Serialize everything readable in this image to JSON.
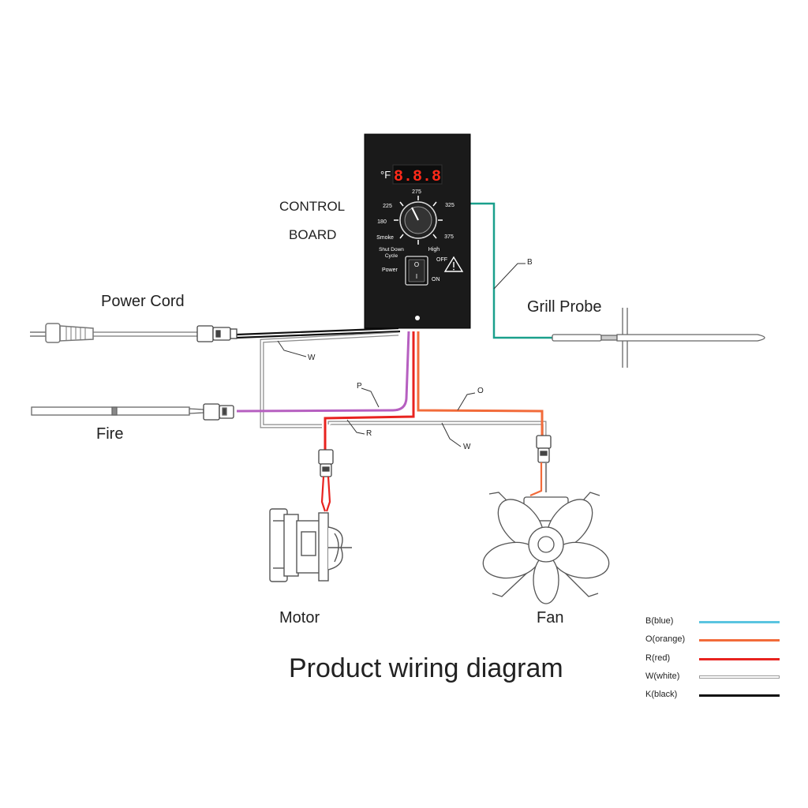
{
  "labels": {
    "control_board_line1": "CONTROL",
    "control_board_line2": "BOARD",
    "power_cord": "Power  Cord",
    "grill_probe": "Grill Probe",
    "fire": "Fire",
    "motor": "Motor",
    "fan": "Fan",
    "title": "Product wiring diagram"
  },
  "wire_tags": {
    "b": "B",
    "w_top": "W",
    "p": "P",
    "o": "O",
    "r": "R",
    "w_mid": "W"
  },
  "board": {
    "unit": "°F",
    "display": "8.8.8",
    "dial_marks": [
      "275",
      "225",
      "325",
      "180",
      "Smoke",
      "375"
    ],
    "shutdown": "Shut Down",
    "cycle": "Cycle",
    "high": "High",
    "off": "OFF",
    "on": "ON",
    "power": "Power",
    "switch_o": "O",
    "switch_i": "I"
  },
  "legend": [
    {
      "label": "B(blue)",
      "color": "#5bc4e0"
    },
    {
      "label": "O(orange)",
      "color": "#f26b3a"
    },
    {
      "label": "R(red)",
      "color": "#e8231f"
    },
    {
      "label": "W(white)",
      "color": "#ffffff"
    },
    {
      "label": "K(black)",
      "color": "#111111"
    }
  ],
  "colors": {
    "blue": "#1aa08c",
    "orange": "#f26b3a",
    "red": "#e8231f",
    "purple": "#b65fc0",
    "white_outline": "#8a8a8a",
    "black": "#111111",
    "board": "#1a1a1a",
    "display_red": "#ff2a1a"
  }
}
